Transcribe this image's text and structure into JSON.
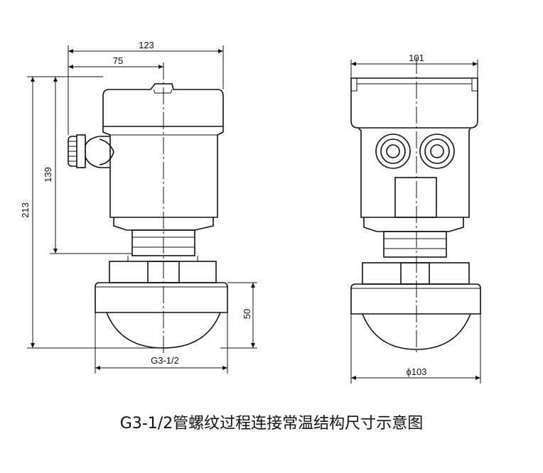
{
  "dimensions": {
    "width_overall": "123",
    "width_axis": "75",
    "height_total": "213",
    "height_upper": "139",
    "flange_height": "50",
    "thread": "G3-1/2",
    "width_right": "101",
    "diameter": "ϕ103"
  },
  "caption": "G3-1/2管螺纹过程连接常温结构尺寸示意图"
}
